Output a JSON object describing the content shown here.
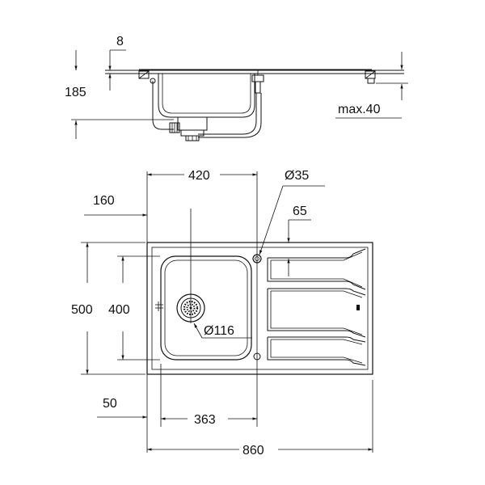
{
  "drawing": {
    "side_view": {
      "dims": {
        "rim_thickness": "8",
        "bowl_depth": "185",
        "max_countertop": "max.40"
      }
    },
    "top_view": {
      "dims": {
        "bowl_width": "420",
        "tap_hole": "Ø35",
        "drainer_offset": "65",
        "cutout_offset": "160",
        "overall_depth": "500",
        "bowl_depth_inner": "400",
        "waste_diameter": "Ø116",
        "edge_offset": "50",
        "bowl_inner_width": "363",
        "overall_width": "860"
      }
    },
    "colors": {
      "line": "#111111",
      "background": "#ffffff"
    }
  }
}
